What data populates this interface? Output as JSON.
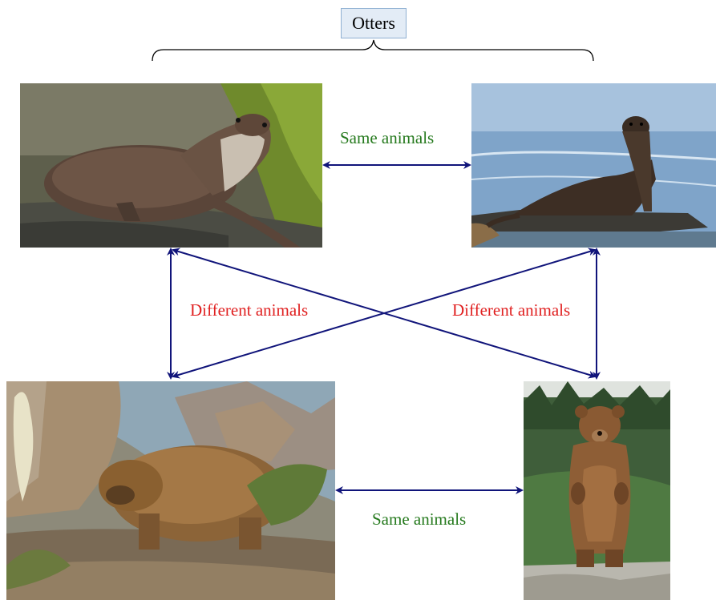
{
  "title": "Otters",
  "labels": {
    "same_top": "Same animals",
    "same_bottom": "Same animals",
    "different_left": "Different animals",
    "different_right": "Different animals"
  },
  "images": {
    "otter_left": "otter-photo",
    "otter_right": "otter-photo",
    "bear_left": "bear-photo",
    "bear_right": "bear-photo"
  },
  "colors": {
    "arrow": "#10147a",
    "same_text": "#267a1e",
    "different_text": "#e02020",
    "title_box_fill": "#e3ecf6",
    "title_box_border": "#8fb0d2"
  }
}
